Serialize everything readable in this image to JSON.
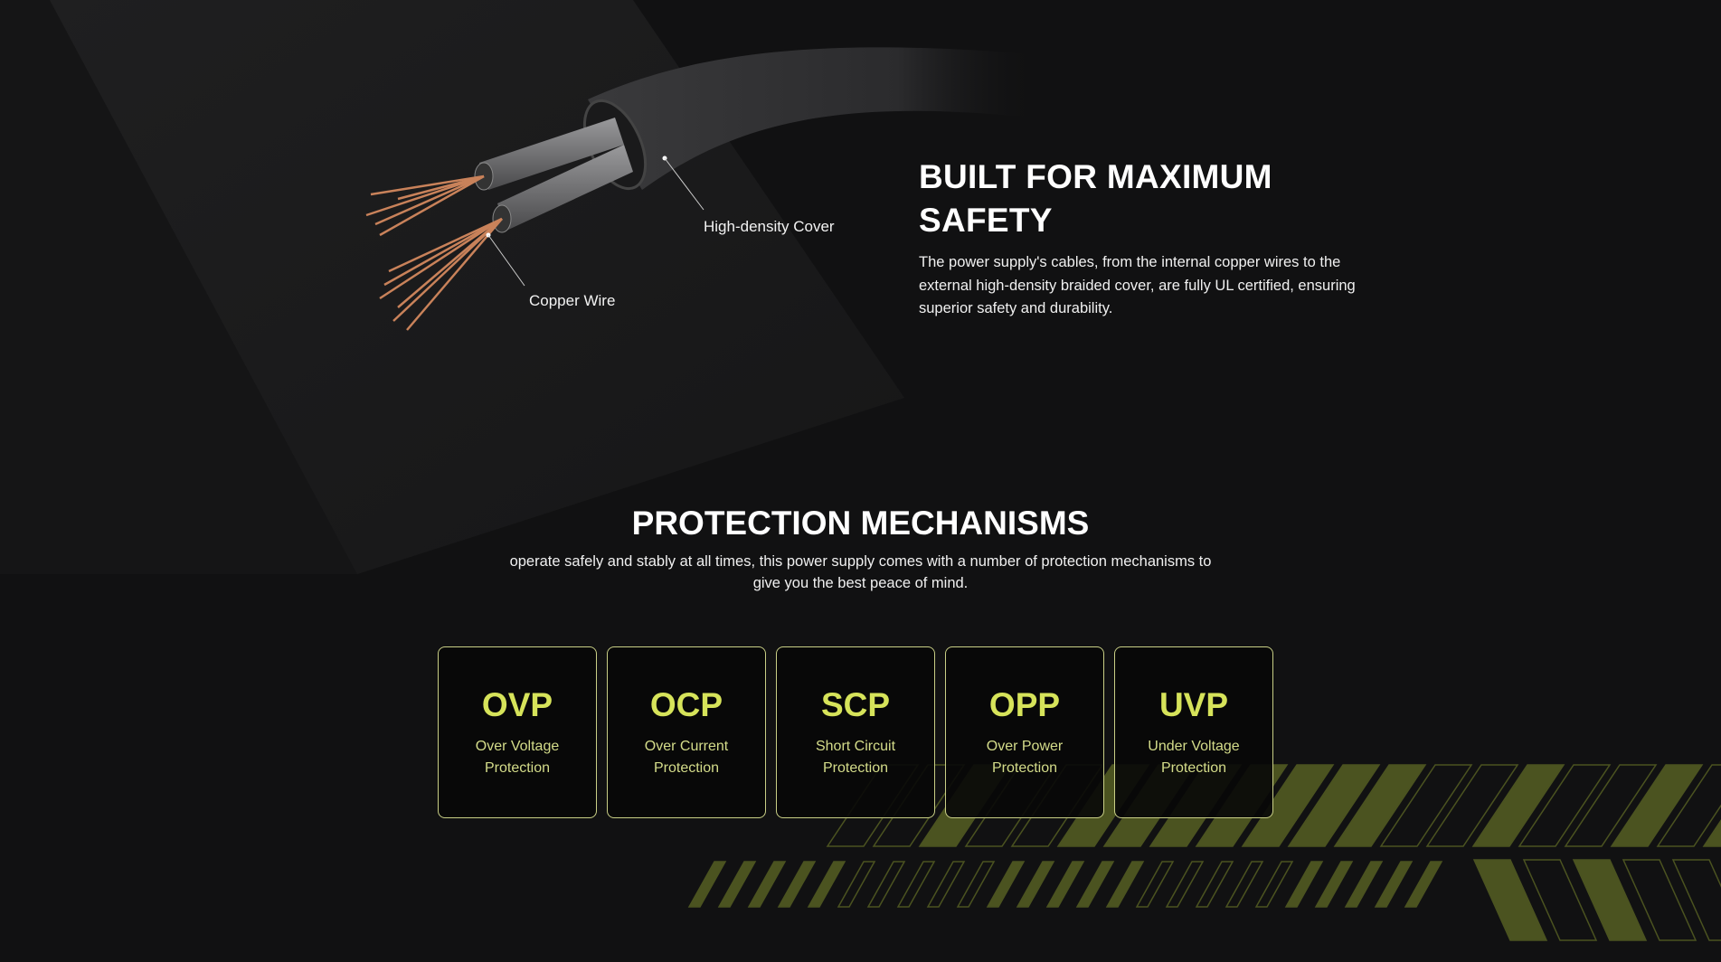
{
  "safety": {
    "title": "BUILT FOR MAXIMUM SAFETY",
    "description": "The power supply's cables, from the internal copper wires to the external high-density braided cover, are fully UL certified, ensuring superior safety and durability.",
    "labels": {
      "cover": "High-density Cover",
      "copper": "Copper Wire"
    }
  },
  "protection": {
    "title": "PROTECTION MECHANISMS",
    "description": "operate safely and stably at all times, this power supply comes with a number of protection mechanisms to give you the best peace of mind.",
    "cards": [
      {
        "abbr": "OVP",
        "line1": "Over Voltage",
        "line2": "Protection"
      },
      {
        "abbr": "OCP",
        "line1": "Over Current",
        "line2": "Protection"
      },
      {
        "abbr": "SCP",
        "line1": "Short Circuit",
        "line2": "Protection"
      },
      {
        "abbr": "OPP",
        "line1": "Over Power",
        "line2": "Protection"
      },
      {
        "abbr": "UVP",
        "line1": "Under Voltage",
        "line2": "Protection"
      }
    ]
  },
  "colors": {
    "accent": "#d6e35a",
    "stripe": "#4b5320",
    "background": "#111112"
  }
}
